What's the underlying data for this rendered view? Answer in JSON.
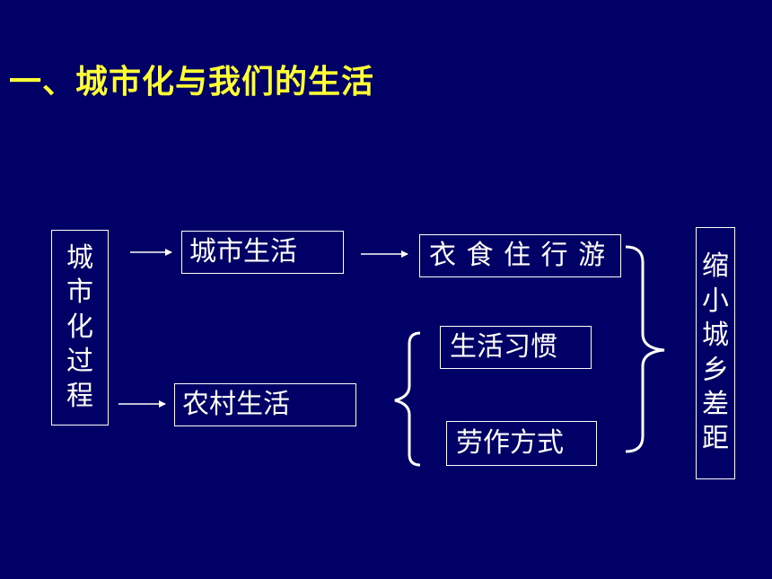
{
  "slide": {
    "title": "一、城市化与我们的生活"
  },
  "diagram": {
    "source": "城市化过程",
    "urban_life": "城市生活",
    "rural_life": "农村生活",
    "needs": "衣 食 住 行 游",
    "habits": "生活习惯",
    "labor": "劳作方式",
    "result": "缩小城乡差距"
  }
}
